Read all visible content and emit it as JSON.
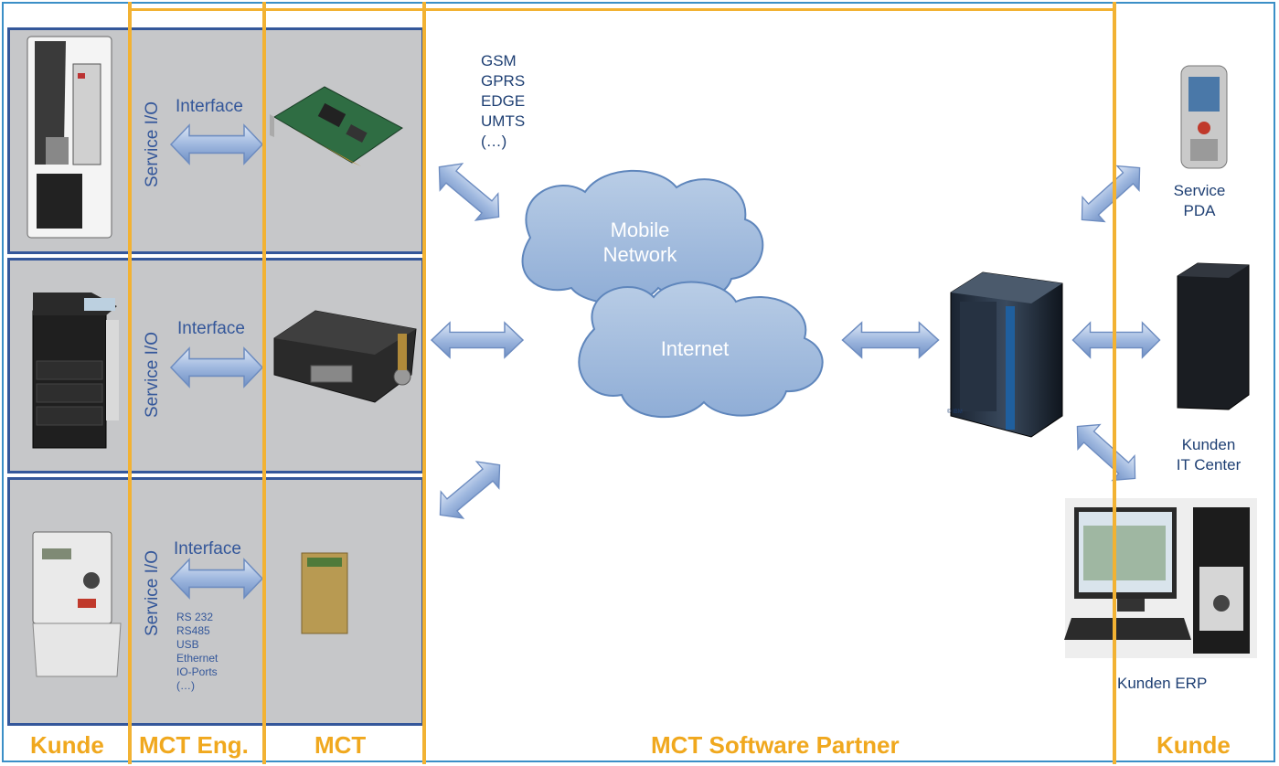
{
  "columns": {
    "kunde_left": "Kunde",
    "mct_eng": "MCT Eng.",
    "mct": "MCT",
    "software_partner": "MCT Software Partner",
    "kunde_right": "Kunde"
  },
  "rows": [
    {
      "service": "Service I/O",
      "interface": "Interface",
      "device": "vending-machine",
      "module": "pci-card"
    },
    {
      "service": "Service I/O",
      "interface": "Interface",
      "device": "copier",
      "module": "gsm-modem"
    },
    {
      "service": "Service I/O",
      "interface": "Interface",
      "device": "electricity-meter",
      "module": "embedded-module"
    }
  ],
  "interfaces_list": [
    "RS 232",
    "RS485",
    "USB",
    "Ethernet",
    "IO-Ports",
    "(…)"
  ],
  "network_list": [
    "GSM",
    "GPRS",
    "EDGE",
    "UMTS",
    "(…)"
  ],
  "clouds": {
    "mobile_line1": "Mobile",
    "mobile_line2": "Network",
    "internet": "Internet"
  },
  "server_caption": "© IBM",
  "right": {
    "pda_line1": "Service",
    "pda_line2": "PDA",
    "it_line1": "Kunden",
    "it_line2": "IT Center",
    "erp": "Kunden ERP"
  },
  "colors": {
    "frame": "#3b8fc7",
    "column_lines": "#f2b233",
    "label_orange": "#f0a81e",
    "row_border": "#34579a",
    "row_fill": "#c6c7c9",
    "text_blue": "#1e3f73",
    "cloud_fill": "#a9c2df",
    "arrow_fill": "#b6c9e6"
  }
}
